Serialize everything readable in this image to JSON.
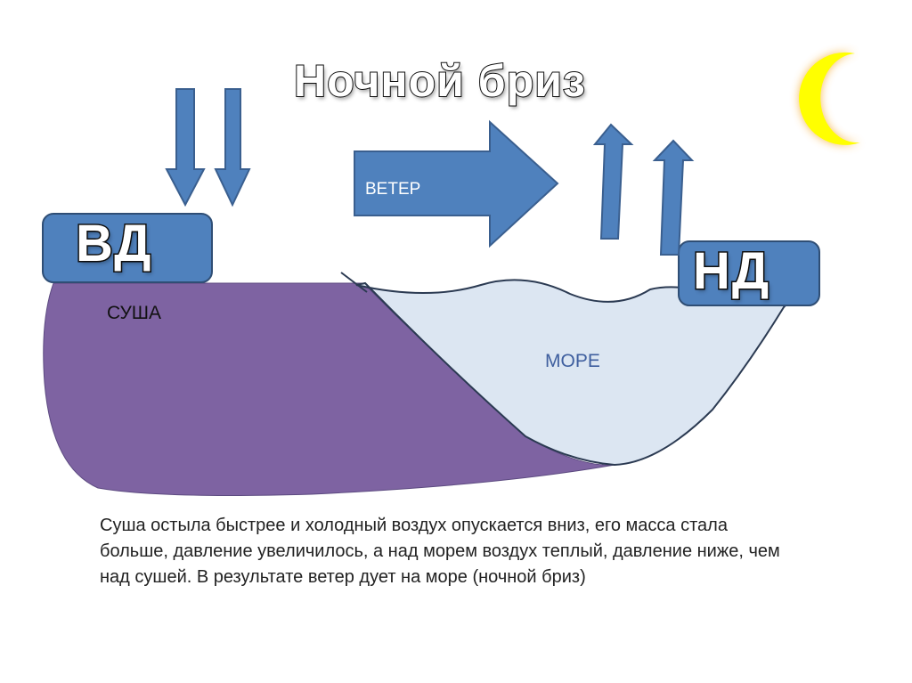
{
  "title": "Ночной бриз",
  "labels": {
    "wind": "ВЕТЕР",
    "land": "СУША",
    "sea": "МОРЕ",
    "high_pressure": "ВД",
    "low_pressure": "НД"
  },
  "caption": "Суша остыла быстрее и холодный воздух опускается вниз, его масса стала больше, давление увеличилось, а над морем воздух теплый, давление ниже, чем над сушей. В результате ветер дует на море (ночной бриз)",
  "colors": {
    "land": "#7e63a2",
    "sea": "#dce6f2",
    "arrow_fill": "#4f81bd",
    "arrow_stroke": "#3a5f8f",
    "moon": "#ffff00",
    "moon_glow": "#f7b54a"
  },
  "icons": {
    "moon": "crescent-moon-icon"
  }
}
